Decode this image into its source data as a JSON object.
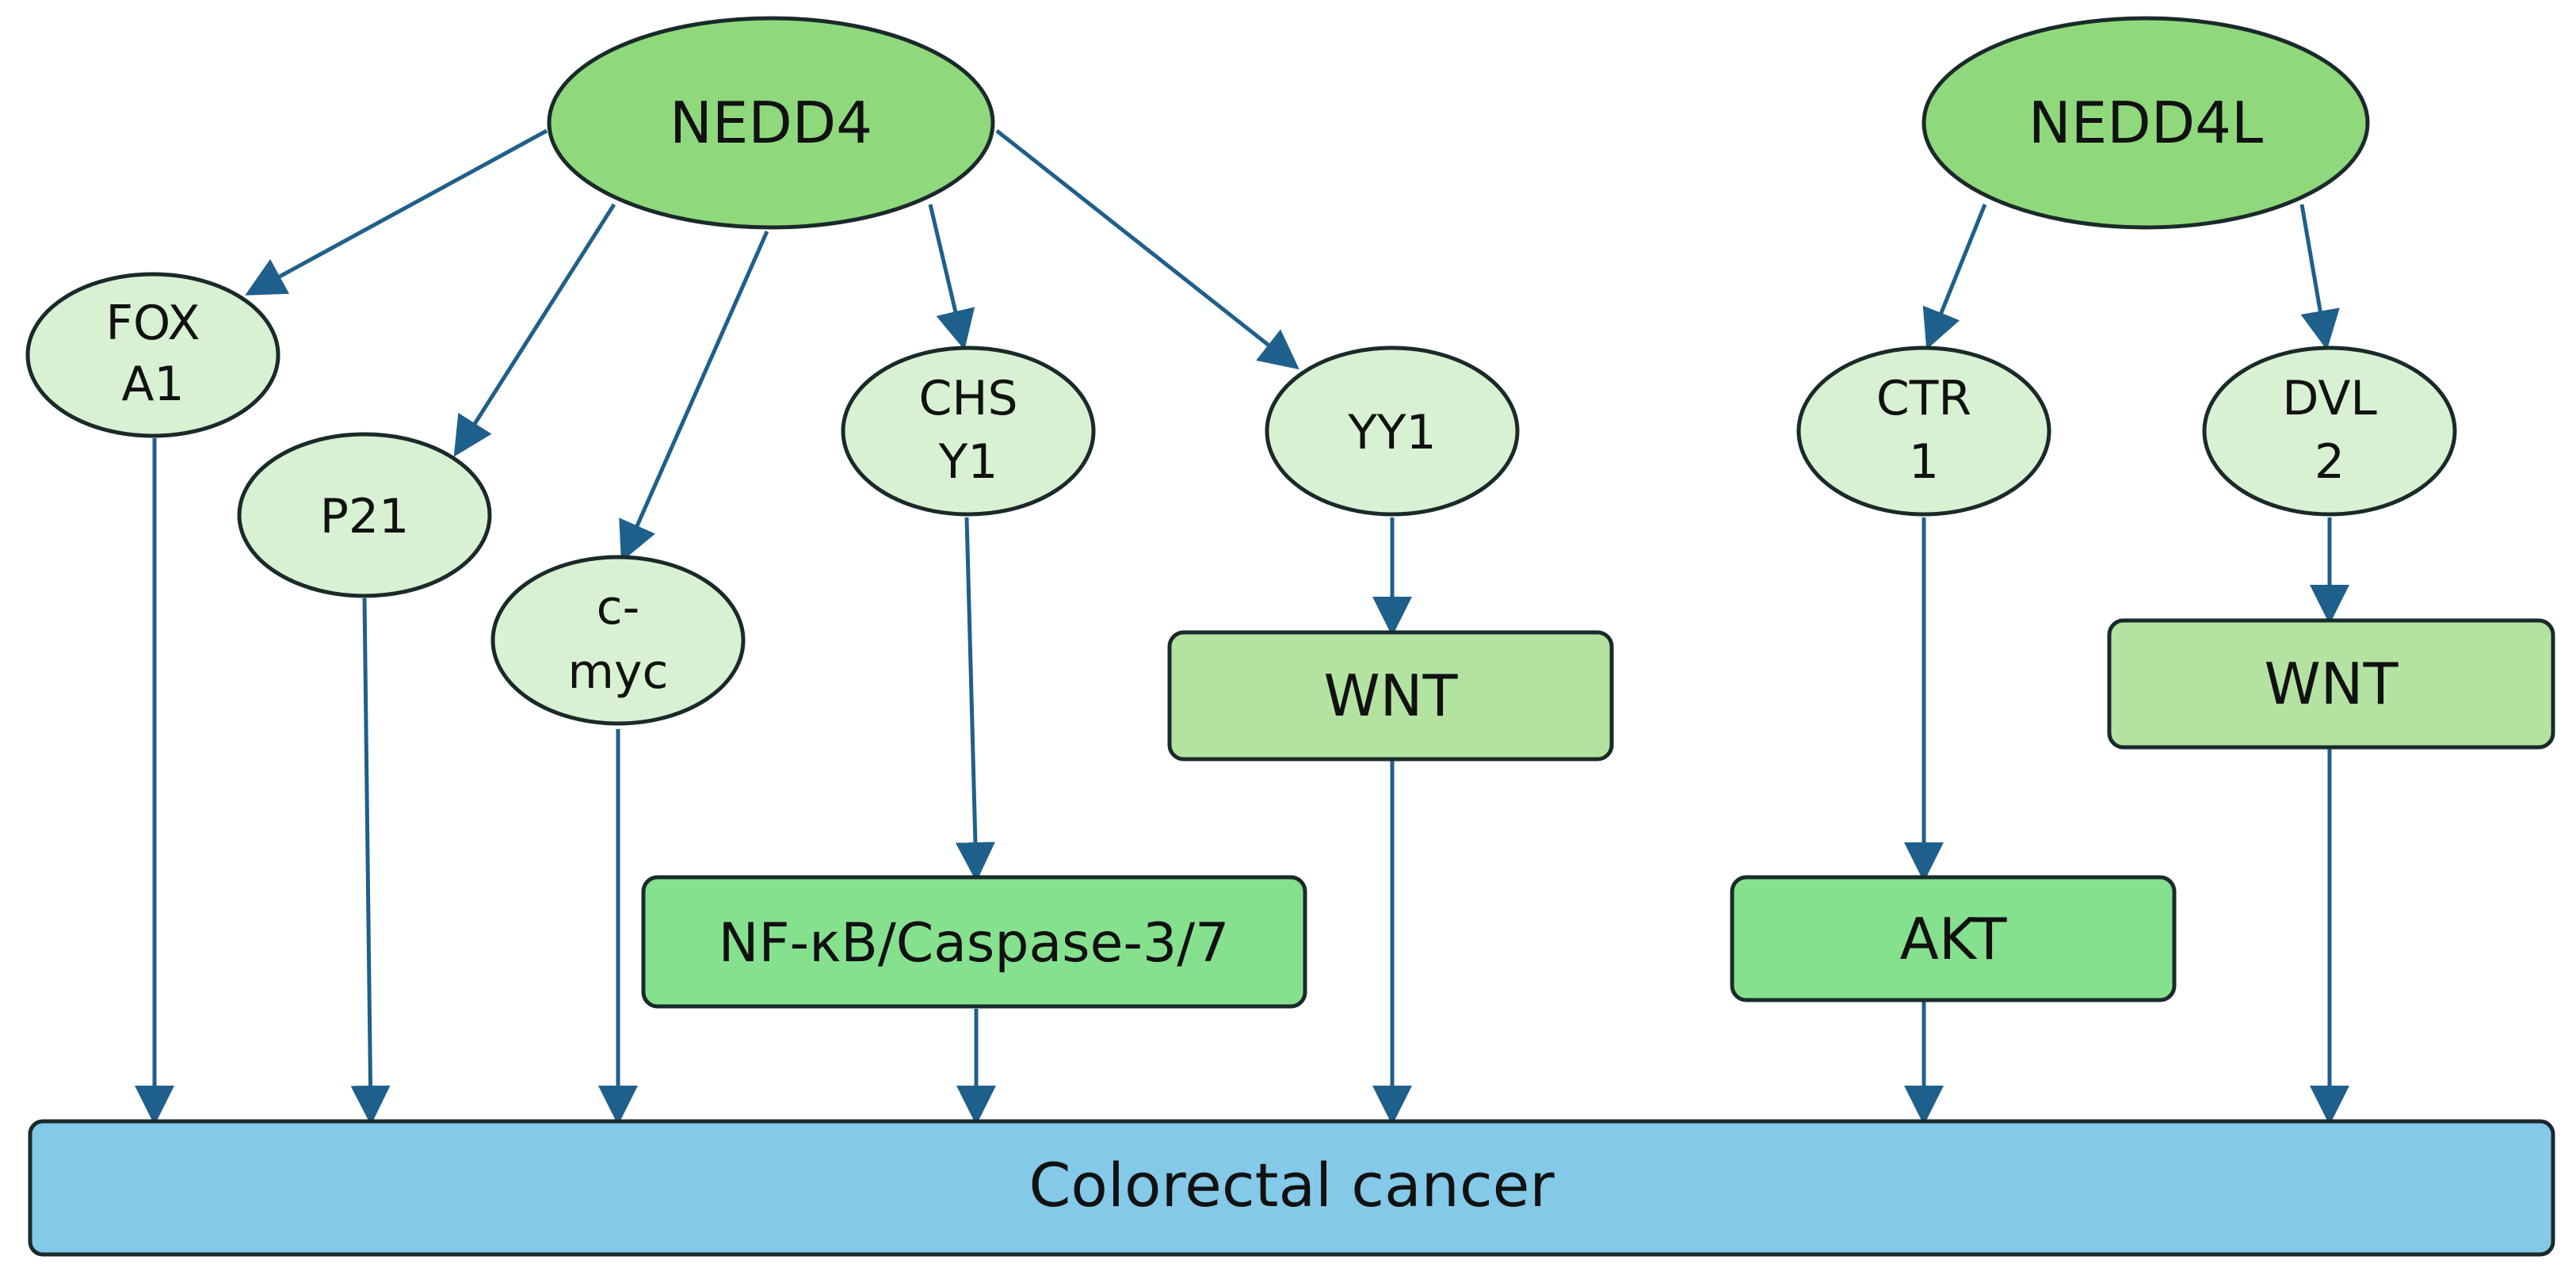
{
  "nodes": {
    "nedd4": "NEDD4",
    "nedd4l": "NEDD4L",
    "foxa1": [
      "FOX",
      "A1"
    ],
    "p21": "P21",
    "cmyc": [
      "c-",
      "myc"
    ],
    "chsy1": [
      "CHS",
      "Y1"
    ],
    "yy1": "YY1",
    "ctr1": [
      "CTR",
      "1"
    ],
    "dvl2": [
      "DVL",
      "2"
    ],
    "wnt_left": "WNT",
    "wnt_right": "WNT",
    "nfkb": "NF-κB/Caspase-3/7",
    "akt": "AKT",
    "crc": "Colorectal cancer"
  },
  "colors": {
    "top_ellipse_fill": "#8fd97c",
    "small_ellipse_fill": "#d8f1d2",
    "wnt_fill": "#b4e3a1",
    "mid_box_fill": "#86e18e",
    "crc_fill": "#84c9e8",
    "stroke": "#1a2a2a",
    "arrow": "#1f5f8b"
  }
}
